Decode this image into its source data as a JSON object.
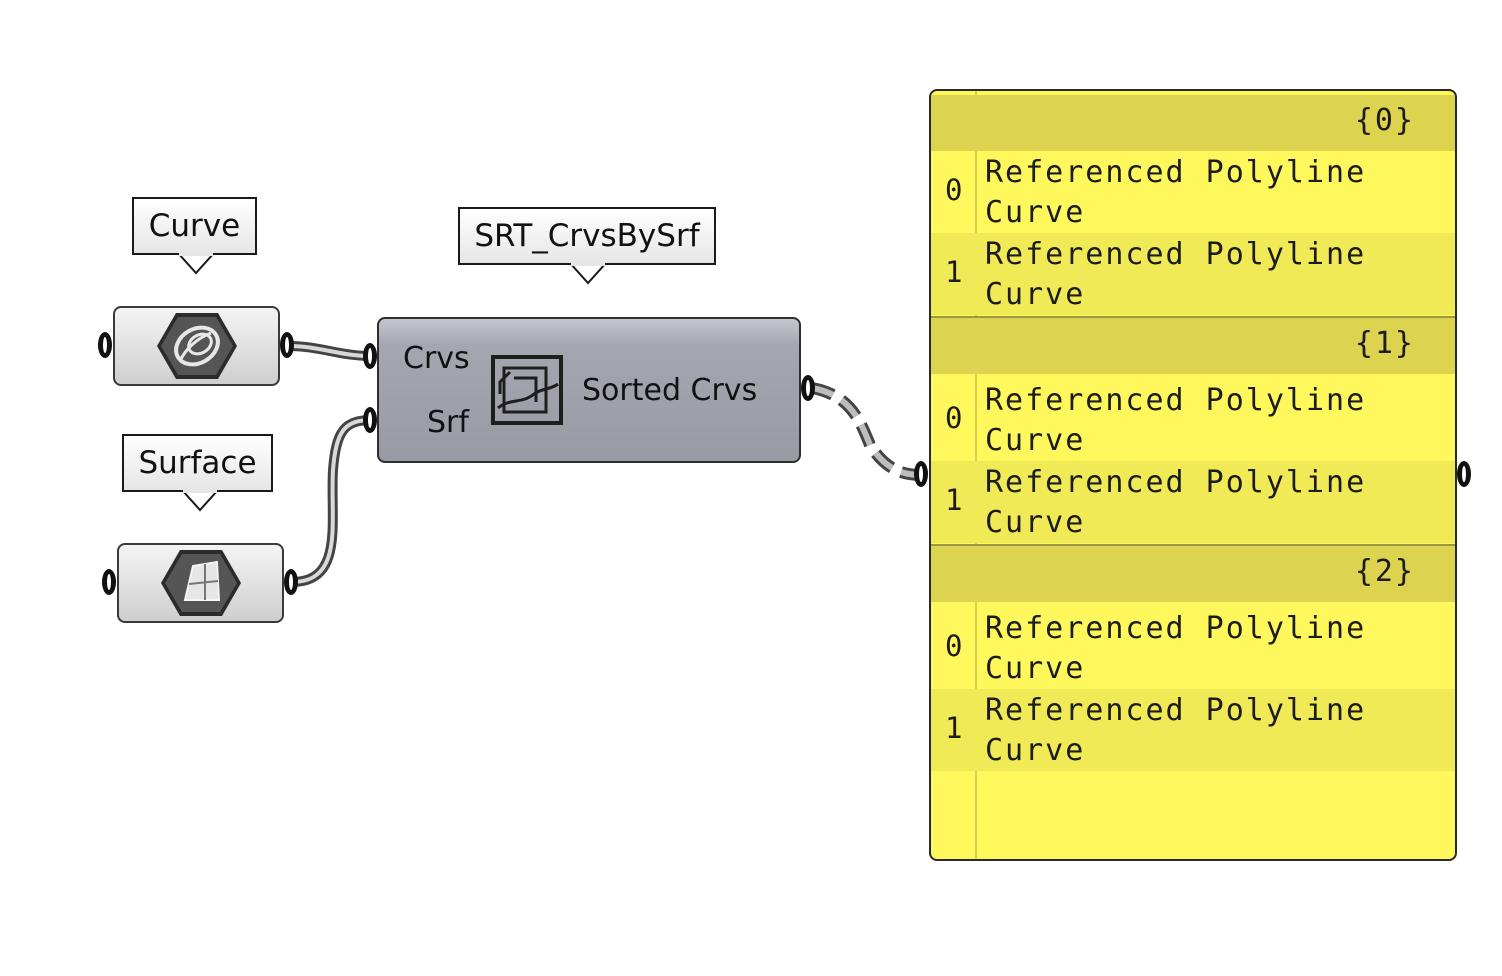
{
  "tags": {
    "curve": "Curve",
    "surface": "Surface",
    "component": "SRT_CrvsBySrf"
  },
  "component": {
    "input_crvs": "Crvs",
    "input_srf": "Srf",
    "output": "Sorted Crvs"
  },
  "panel": {
    "branches": [
      {
        "path": "{0}",
        "items": [
          {
            "index": "0",
            "text": "Referenced Polyline\nCurve"
          },
          {
            "index": "1",
            "text": "Referenced Polyline\nCurve"
          }
        ]
      },
      {
        "path": "{1}",
        "items": [
          {
            "index": "0",
            "text": "Referenced Polyline\nCurve"
          },
          {
            "index": "1",
            "text": "Referenced Polyline\nCurve"
          }
        ]
      },
      {
        "path": "{2}",
        "items": [
          {
            "index": "0",
            "text": "Referenced Polyline\nCurve"
          },
          {
            "index": "1",
            "text": "Referenced Polyline\nCurve"
          }
        ]
      }
    ]
  },
  "icons": {
    "curve_param": "curve-param-icon",
    "surface_param": "surface-param-icon",
    "sort_component": "sort-curves-icon"
  },
  "colors": {
    "panel_bg": "#fff85c",
    "panel_header": "#dcd34e",
    "component_body": "#a6a6b0"
  }
}
